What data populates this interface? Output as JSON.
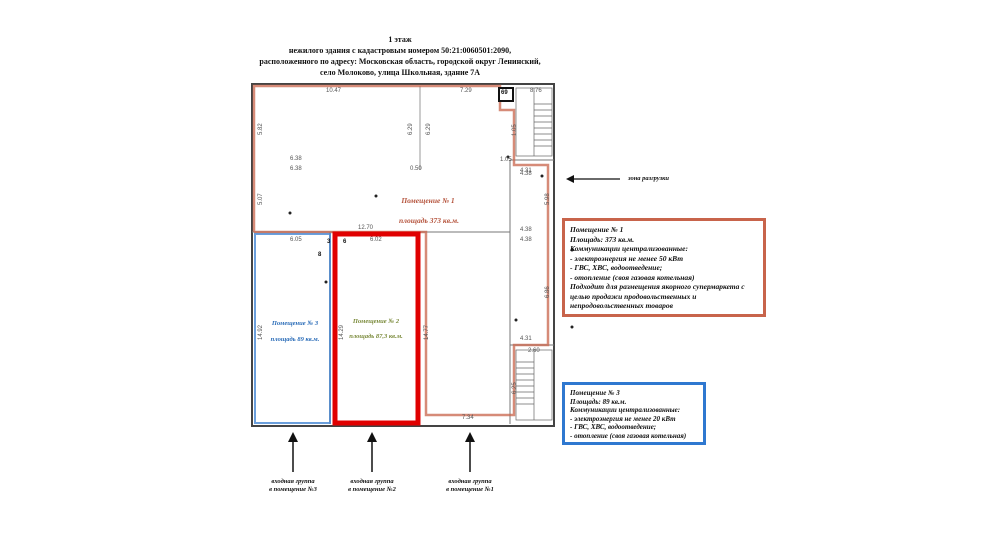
{
  "header": {
    "line1": "1 этаж",
    "line2": "нежилого здания с кадастровым номером 50:21:0060501:2090,",
    "line3": "расположенного по адресу: Московская область, городской округ Ленинский,",
    "line4": "село Молоково, улица Школьная, здание 7А"
  },
  "rooms": {
    "room1": {
      "name": "Помещение № 1",
      "area": "площадь 373 кв.м."
    },
    "room2": {
      "name": "Помещение № 2",
      "area": "площадь 87,3 кв.м."
    },
    "room3": {
      "name": "Помещение № 3",
      "area": "площадь 89 кв.м."
    }
  },
  "dimensions": {
    "d1": "10.47",
    "d2": "7.29",
    "d3": "8.76",
    "d4": "6.38",
    "d5": "6.38",
    "d6": "0.50",
    "d7": "12.70",
    "d8": "6.05",
    "d9": "6.02",
    "d10": "4.31",
    "d11": "4.38",
    "d12": "4.38",
    "d13": "4.38",
    "d14": "4.31",
    "d15": "2.60",
    "d16": "7.34",
    "d17": "1.05",
    "v1": "5.82",
    "v2": "6.29",
    "v3": "6.29",
    "v4": "5.07",
    "v5": "14.92",
    "v6": "14.29",
    "v7": "5.98",
    "v8": "6.86",
    "v9": "14.77",
    "v10": "1.05",
    "v11": "6.25"
  },
  "room_number_tags": {
    "t1": "69",
    "t2": "3",
    "t3": "6",
    "t4": "8"
  },
  "collapse_note": "зона разгрузки",
  "info_boxes": {
    "room1": {
      "lines": [
        "Помещение № 1",
        "Площадь: 373 кв.м.",
        "Коммуникации централизованные:",
        "- электроэнергия не менее 50 кВт",
        "- ГВС, ХВС, водоотведение;",
        "- отопление (своя газовая котельная)",
        "Подходит для размещения якорного супермаркета с",
        "целью продажи продовольственных и",
        "непродовольственных товаров"
      ]
    },
    "room3": {
      "lines": [
        "Помещение № 3",
        "Площадь: 89  кв.м.",
        "Коммуникации централизованные:",
        "- электроэнергия не менее 20  кВт",
        "- ГВС, ХВС, водоотведение;",
        "- отопление (своя газовая котельная)"
      ]
    }
  },
  "entries": {
    "e3": {
      "line1": "входная группа",
      "line2": "в помещение №3"
    },
    "e2": {
      "line1": "входная группа",
      "line2": "в помещение №2"
    },
    "e1": {
      "line1": "входная группа",
      "line2": "в помещение №1"
    }
  },
  "colors": {
    "room1": "#c8644b",
    "room1_text": "#b5533c",
    "room2_highlight": "#e00000",
    "room2_text": "#7a8a3a",
    "room3": "#3a7fd0",
    "room3_text": "#2a6cb8",
    "info1_border": "#c8644b",
    "info3_border": "#2f78d0"
  }
}
